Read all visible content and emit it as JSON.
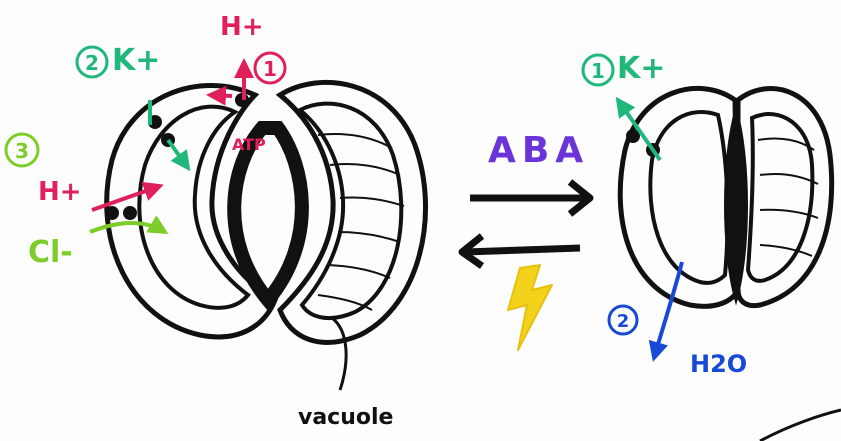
{
  "labels": {
    "k_open_step": "2",
    "k_open": "K+",
    "h_top": "H+",
    "atp_step": "1",
    "atp": "ATP",
    "h_left_step": "3",
    "h_left": "H+",
    "cl": "Cl-",
    "vacuole": "vacuole",
    "aba": "ABA",
    "k_closed_step": "1",
    "k_closed": "K+",
    "water_step": "2",
    "water": "H2O"
  },
  "colors": {
    "potassium": "#1fb77a",
    "proton": "#e0205a",
    "chloride": "#7ccc2a",
    "aba": "#6a34d8",
    "water": "#1848d8",
    "lightning": "#f2d21a",
    "ink": "#111111"
  }
}
